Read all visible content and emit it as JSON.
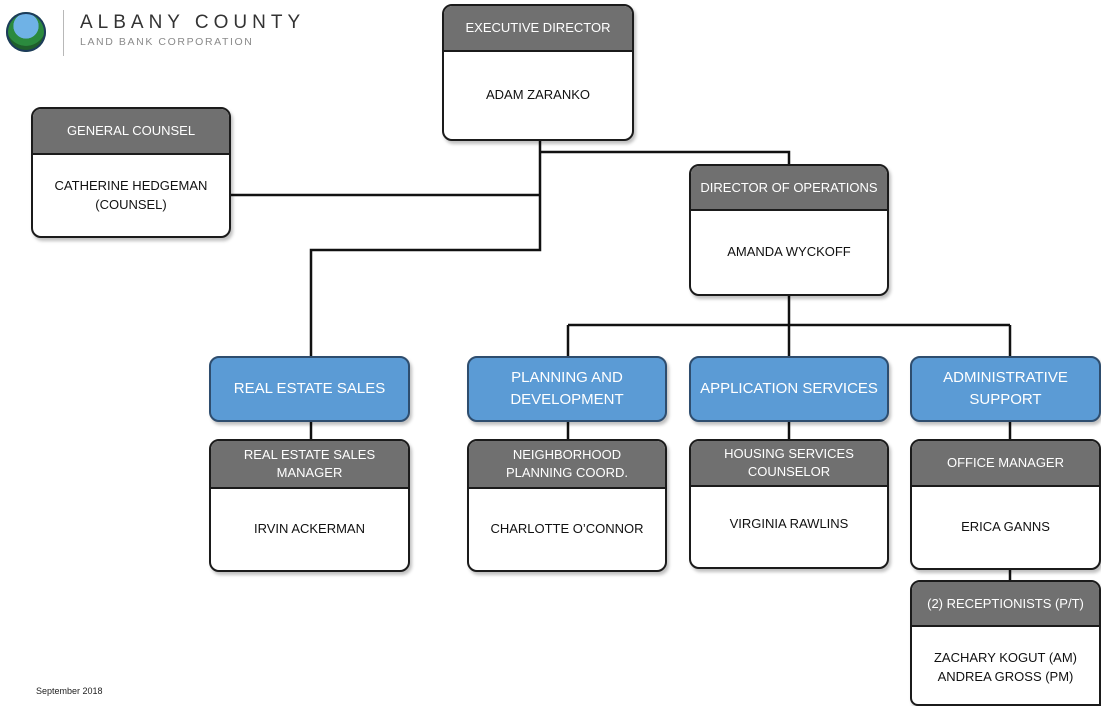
{
  "logo": {
    "title": "ALBANY COUNTY",
    "subtitle": "LAND BANK CORPORATION",
    "icon": "globe-landscape-icon"
  },
  "colors": {
    "role_header": "#707070",
    "department": "#5b9bd5",
    "border": "#1b1b1b"
  },
  "executive": {
    "title": "EXECUTIVE DIRECTOR",
    "name": "ADAM ZARANKO"
  },
  "counsel": {
    "title": "GENERAL COUNSEL",
    "name": "CATHERINE HEDGEMAN\n(COUNSEL)"
  },
  "operations": {
    "title": "DIRECTOR OF OPERATIONS",
    "name": "AMANDA WYCKOFF"
  },
  "departments": {
    "real_estate": "REAL ESTATE SALES",
    "planning": "PLANNING AND\nDEVELOPMENT",
    "application": "APPLICATION SERVICES",
    "administrative": "ADMINISTRATIVE\nSUPPORT"
  },
  "staff": {
    "real_estate": {
      "title": "REAL ESTATE SALES\nMANAGER",
      "name": "IRVIN ACKERMAN"
    },
    "planning": {
      "title": "NEIGHBORHOOD\nPLANNING COORD.",
      "name": "CHARLOTTE O’CONNOR"
    },
    "application": {
      "title": "HOUSING SERVICES\nCOUNSELOR",
      "name": "VIRGINIA RAWLINS"
    },
    "office": {
      "title": "OFFICE MANAGER",
      "name": "ERICA GANNS"
    },
    "receptionists": {
      "title": "(2) RECEPTIONISTS (P/T)",
      "name": "ZACHARY KOGUT (AM)\nANDREA GROSS (PM)"
    }
  },
  "footer": {
    "date": "September 2018"
  }
}
